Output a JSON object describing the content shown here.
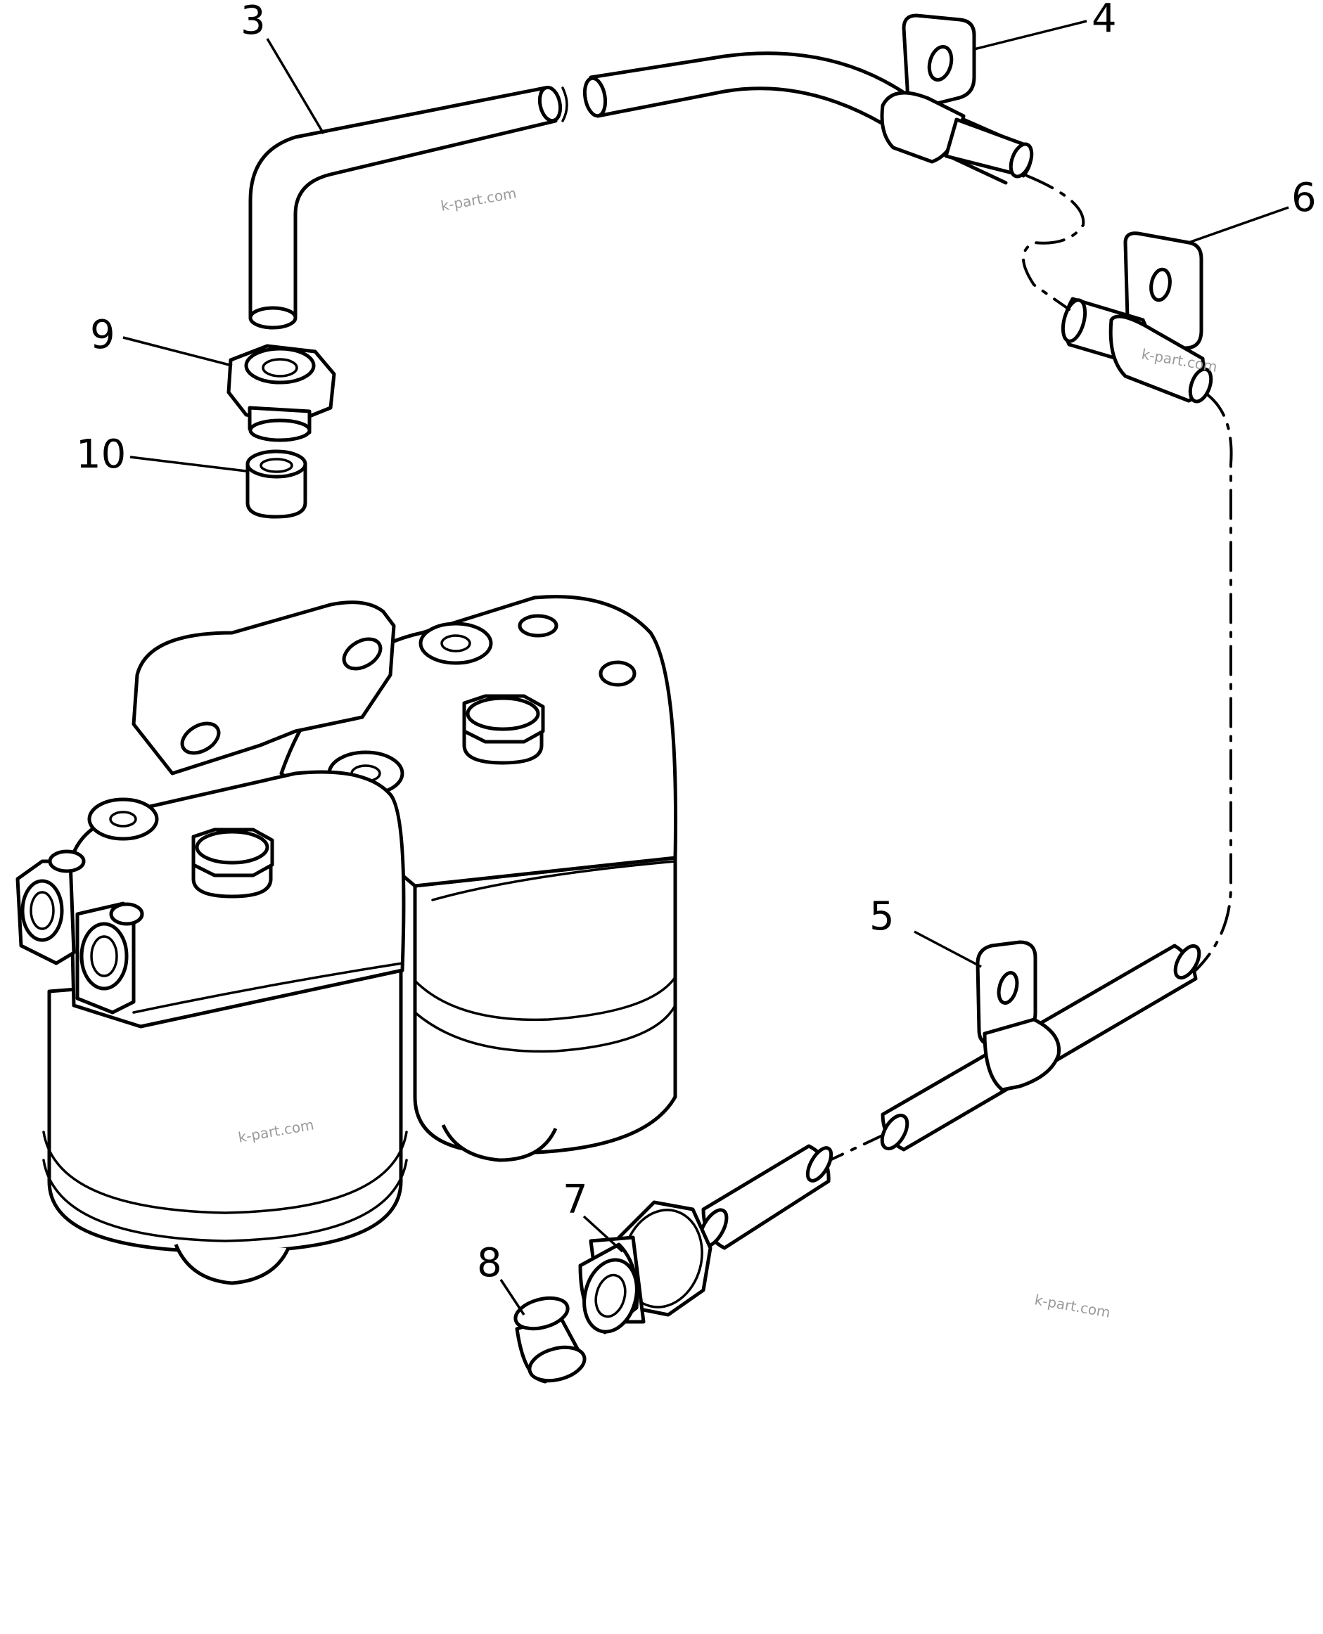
{
  "callouts": {
    "c3": "3",
    "c4": "4",
    "c5": "5",
    "c6": "6",
    "c7": "7",
    "c8": "8",
    "c9": "9",
    "c10": "10"
  },
  "watermark": "k-part.com"
}
